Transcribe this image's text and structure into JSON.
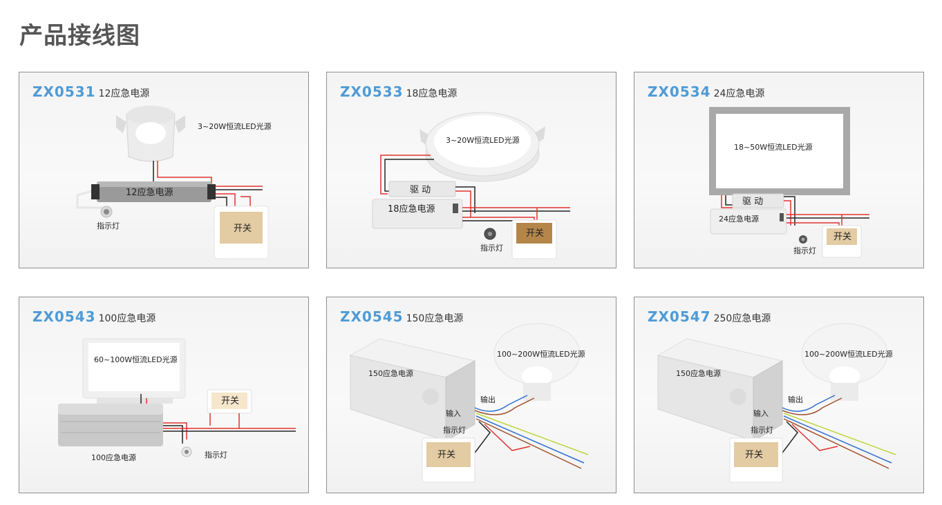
{
  "page_title": "产品接线图",
  "cards": [
    {
      "model": "ZX0531",
      "subtitle": "12应急电源",
      "labels": {
        "light": "3~20W恒流LED光源",
        "power": "12应急电源",
        "indicator": "指示灯",
        "switch": "开关"
      }
    },
    {
      "model": "ZX0533",
      "subtitle": "18应急电源",
      "labels": {
        "light": "3~20W恒流LED光源",
        "driver": "驱 动",
        "power": "18应急电源",
        "indicator": "指示灯",
        "switch": "开关"
      }
    },
    {
      "model": "ZX0534",
      "subtitle": "24应急电源",
      "labels": {
        "light": "18~50W恒流LED光源",
        "driver": "驱 动",
        "power": "24应急电源",
        "indicator": "指示灯",
        "switch": "开关"
      }
    },
    {
      "model": "ZX0543",
      "subtitle": "100应急电源",
      "labels": {
        "light": "60~100W恒流LED光源",
        "switch": "开关",
        "power": "100应急电源",
        "indicator": "指示灯"
      }
    },
    {
      "model": "ZX0545",
      "subtitle": "150应急电源",
      "labels": {
        "power": "150应急电源",
        "light": "100~200W恒流LED光源",
        "output": "输出",
        "input": "输入",
        "indicator": "指示灯",
        "switch": "开关"
      }
    },
    {
      "model": "ZX0547",
      "subtitle": "250应急电源",
      "labels": {
        "power": "150应急电源",
        "light": "100~200W恒流LED光源",
        "output": "输出",
        "input": "输入",
        "indicator": "指示灯",
        "switch": "开关"
      }
    }
  ],
  "colors": {
    "accent": "#4f9bd6",
    "wire_red": "#e0322e",
    "wire_black": "#222222",
    "wire_brown": "#a0522d",
    "wire_blue": "#2e6fd0",
    "wire_green": "#b9d83a",
    "switch_tan": "#e3cba3",
    "switch_brown": "#b5864a"
  }
}
